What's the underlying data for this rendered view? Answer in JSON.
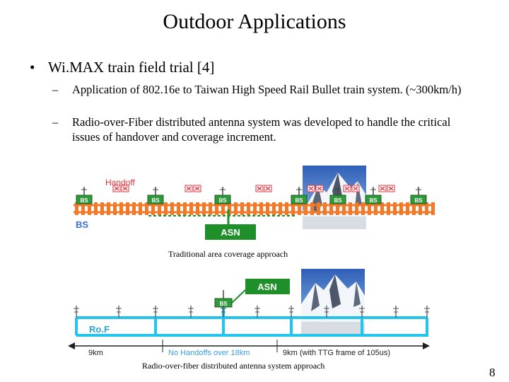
{
  "slide": {
    "title": "Outdoor Applications",
    "bullet_symbol": "•",
    "bullet_text": "Wi.MAX train field trial [4]",
    "dash": "–",
    "sub1": "Application of 802.16e to Taiwan High Speed Rail Bullet train system. (~300km/h)",
    "sub2": "Radio-over-Fiber distributed antenna system was developed to handle the critical issues of handover and coverage increment.",
    "page_number": "8"
  },
  "diagram_top": {
    "handoff_label": "Handoff",
    "bs_label": "BS",
    "asn_label": "ASN",
    "station_label": "BS",
    "caption": "Traditional area coverage approach"
  },
  "diagram_bottom": {
    "asn_label": "ASN",
    "station_label": "BS",
    "rof_label": "Ro.F",
    "dist_left": "9km",
    "dist_mid": "No Handoffs over 18km",
    "dist_right": "9km (with TTG frame of 105us)",
    "caption": "Radio-over-fiber distributed antenna system approach"
  },
  "colors": {
    "track_orange": "#f07a2a",
    "bs_green": "#2e9a3a",
    "asn_green": "#1f8f2a",
    "fiber_cyan": "#22c4ee",
    "handoff_red": "#e0303a",
    "label_blue": "#3a6fd8"
  }
}
